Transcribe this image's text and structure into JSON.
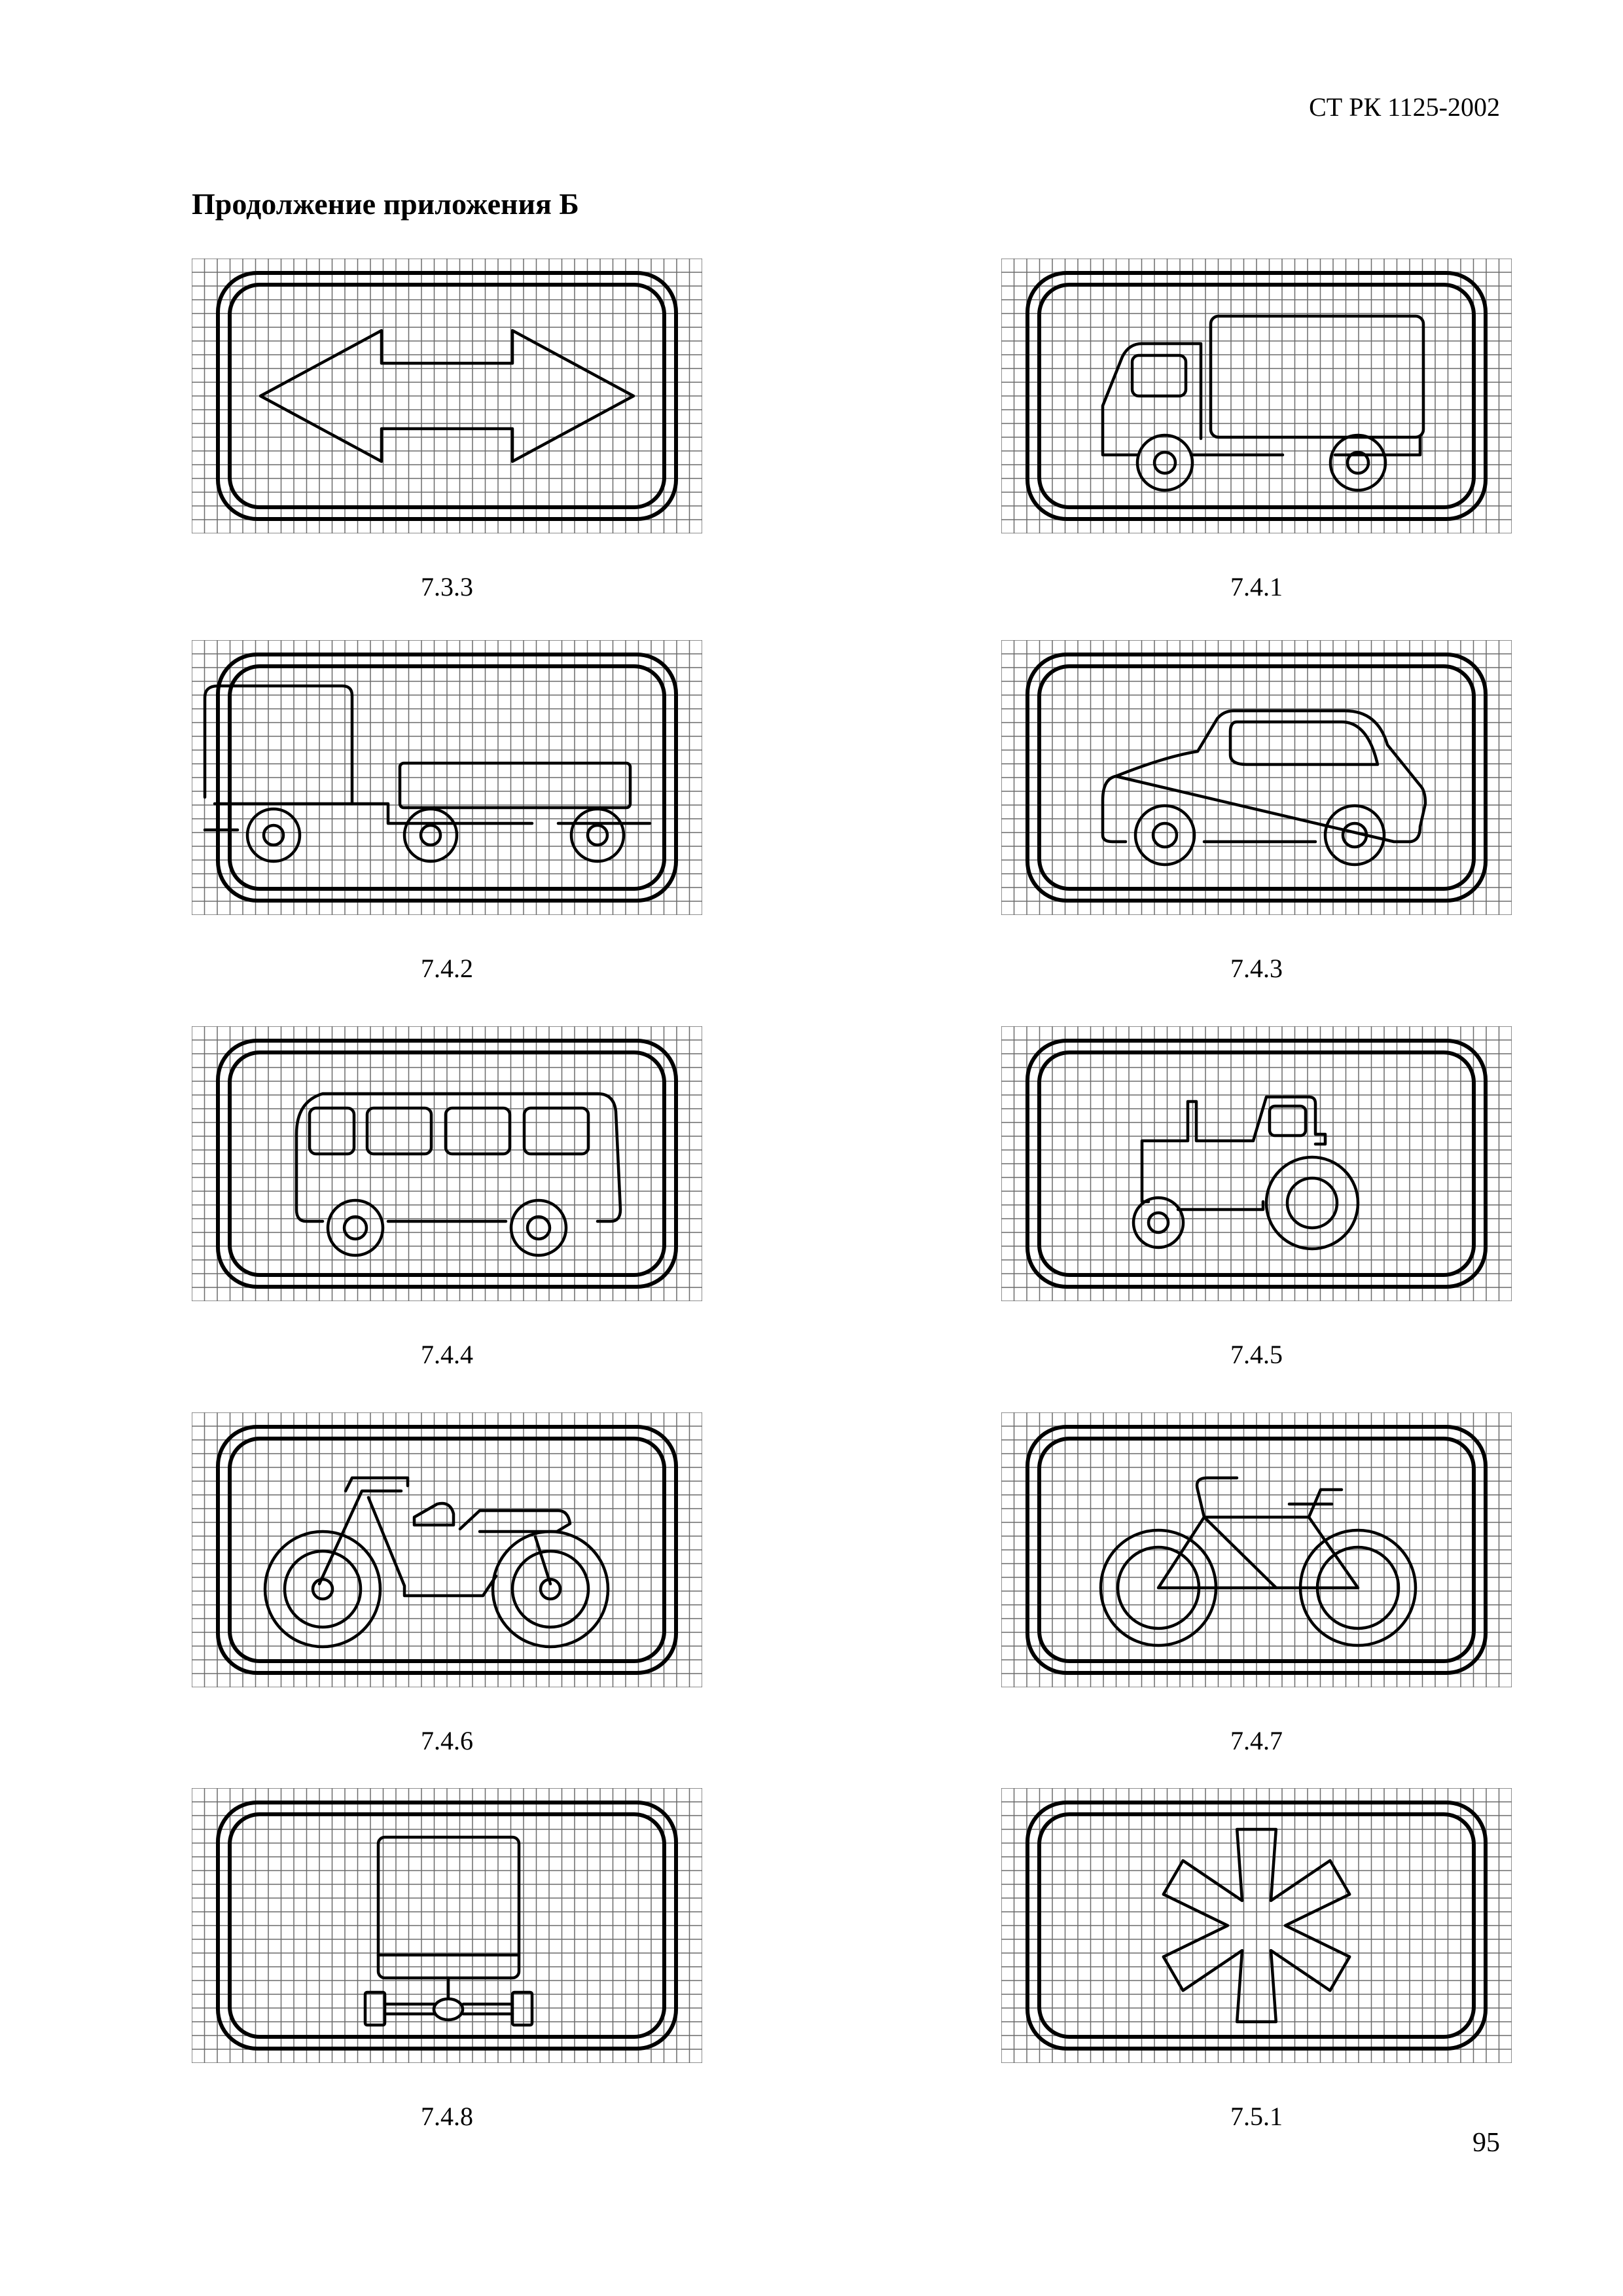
{
  "header": {
    "document_code": "СТ РК 1125-2002"
  },
  "section_title": "Продолжение приложения Б",
  "signs": [
    {
      "id": "7.3.3",
      "icon": "double-arrow-icon"
    },
    {
      "id": "7.4.1",
      "icon": "truck-icon"
    },
    {
      "id": "7.4.2",
      "icon": "truck-with-trailer-icon"
    },
    {
      "id": "7.4.3",
      "icon": "car-icon"
    },
    {
      "id": "7.4.4",
      "icon": "bus-icon"
    },
    {
      "id": "7.4.5",
      "icon": "tractor-icon"
    },
    {
      "id": "7.4.6",
      "icon": "motorcycle-icon"
    },
    {
      "id": "7.4.7",
      "icon": "bicycle-icon"
    },
    {
      "id": "7.4.8",
      "icon": "truck-rear-view-icon"
    },
    {
      "id": "7.5.1",
      "icon": "snowflake-asterisk-icon"
    }
  ],
  "footer": {
    "page_number": "95"
  }
}
